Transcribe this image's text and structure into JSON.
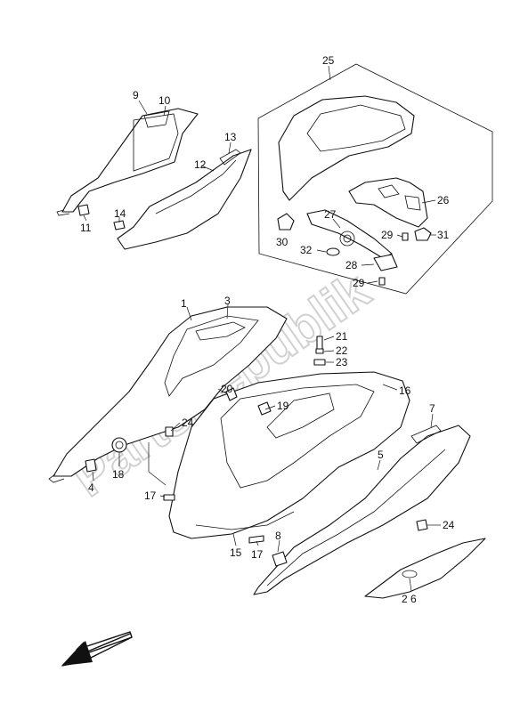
{
  "watermark": "PartsRepublik",
  "labels": {
    "l1": "1",
    "l2_6": "2 6",
    "l3": "3",
    "l4": "4",
    "l5": "5",
    "l7": "7",
    "l8": "8",
    "l9": "9",
    "l10": "10",
    "l11": "11",
    "l12": "12",
    "l13": "13",
    "l14": "14",
    "l15": "15",
    "l16": "16",
    "l17a": "17",
    "l17b": "17",
    "l18": "18",
    "l19": "19",
    "l20": "20",
    "l21": "21",
    "l22": "22",
    "l23": "23",
    "l24a": "24",
    "l24b": "24",
    "l25": "25",
    "l26": "26",
    "l27": "27",
    "l28": "28",
    "l29a": "29",
    "l29b": "29",
    "l30": "30",
    "l31": "31",
    "l32": "32"
  },
  "icons": {
    "front_direction": "arrow-down-left-icon"
  }
}
